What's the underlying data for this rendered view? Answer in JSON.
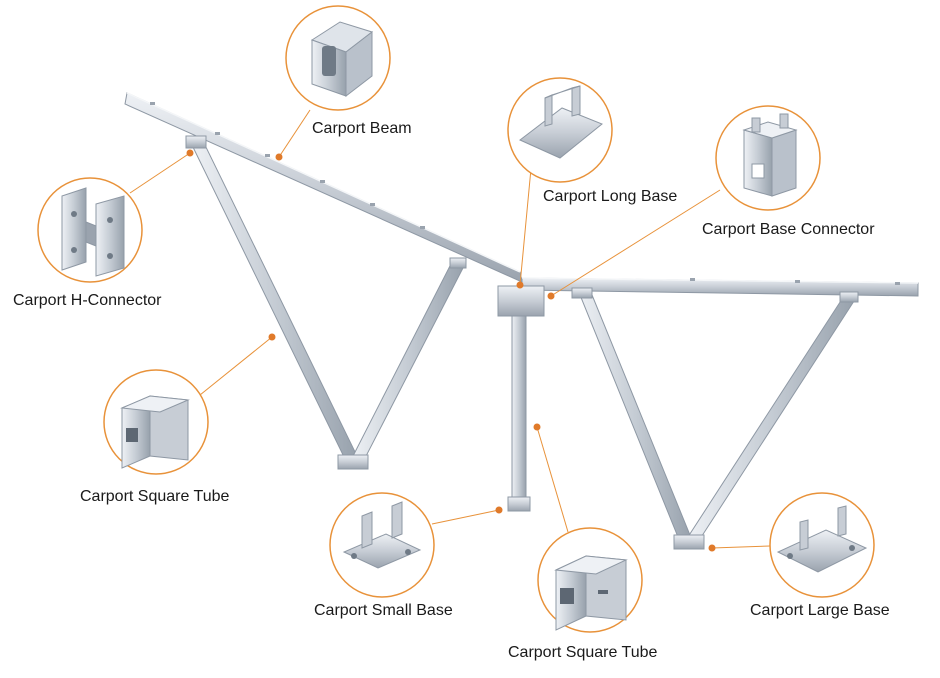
{
  "colors": {
    "accent": "#e8923a",
    "dot": "#e07a2a",
    "metal_light": "#dfe4ea",
    "metal_mid": "#b9c1cb",
    "metal_dark": "#8e98a4",
    "circle_fill": "#ffffff",
    "text": "#1a1a1a"
  },
  "labels": {
    "beam": "Carport Beam",
    "long_base": "Carport Long Base",
    "base_connector": "Carport Base Connector",
    "h_connector": "Carport H-Connector",
    "square_tube_left": "Carport Square Tube",
    "small_base": "Carport Small Base",
    "square_tube_center": "Carport Square Tube",
    "large_base": "Carport Large Base"
  },
  "icons": {
    "beam": "c-channel-beam-icon",
    "long_base": "long-base-bracket-icon",
    "base_connector": "base-connector-bracket-icon",
    "h_connector": "h-connector-plate-icon",
    "square_tube": "square-tube-icon",
    "small_base": "small-base-bracket-icon",
    "large_base": "large-base-bracket-icon"
  }
}
